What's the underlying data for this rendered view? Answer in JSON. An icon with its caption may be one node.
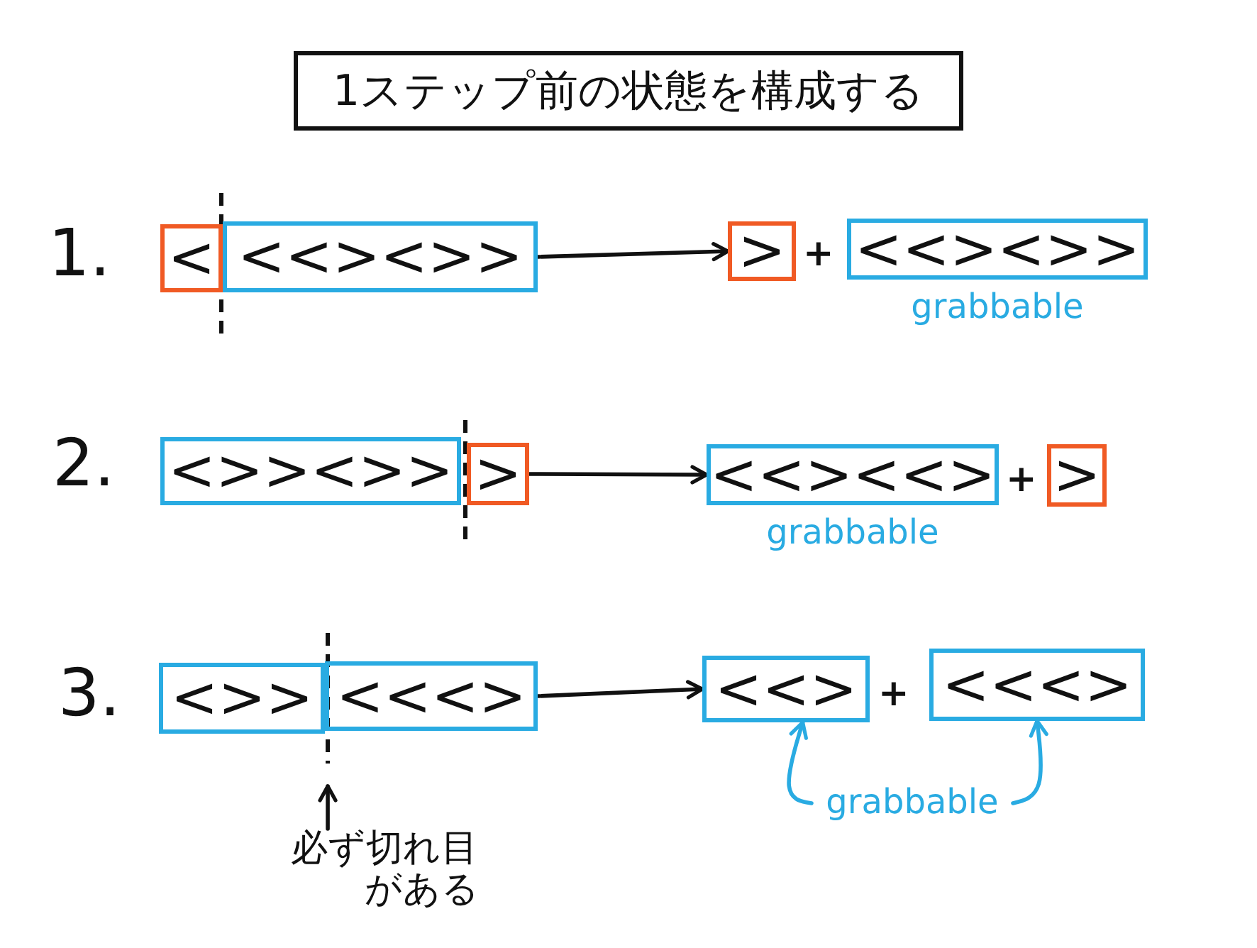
{
  "diagram": {
    "title": "1ステップ前の状態を構成する",
    "nodes": [
      {
        "text": [
          "<"
        ]
      },
      {
        "text": [
          "<<><>>"
        ]
      },
      {
        "text": [
          ">"
        ]
      },
      {
        "text": [
          "<<><>>"
        ],
        "beside": [
          "grabbable"
        ]
      },
      {
        "text": [
          "<>><>>"
        ]
      },
      {
        "text": [
          ">"
        ]
      },
      {
        "text": [
          "<<><<>"
        ],
        "beside": [
          "grabbable"
        ]
      },
      {
        "text": [
          ">"
        ]
      },
      {
        "text": [
          "<>>"
        ]
      },
      {
        "text": [
          "<<<>"
        ]
      },
      {
        "text": [
          "<<>"
        ]
      },
      {
        "text": [
          "<<<>"
        ]
      },
      {
        "text": [
          "必ず切れ目がある"
        ]
      },
      {
        "text": [
          "grabbable"
        ]
      }
    ],
    "edges": [
      {
        "from": 1,
        "to": 2,
        "arrow": "to"
      },
      {
        "from": 5,
        "to": 6,
        "arrow": "to"
      },
      {
        "from": 9,
        "to": 10,
        "arrow": "to"
      },
      {
        "from": 13,
        "to": 10,
        "arrow": "to",
        "color": "#29abe2"
      },
      {
        "from": 13,
        "to": 11,
        "arrow": "to",
        "color": "#29abe2"
      },
      {
        "from": 12,
        "to": null,
        "arrow": "to"
      }
    ],
    "labels": [
      "1.",
      "+",
      "2.",
      "+",
      "3.",
      "+"
    ]
  }
}
